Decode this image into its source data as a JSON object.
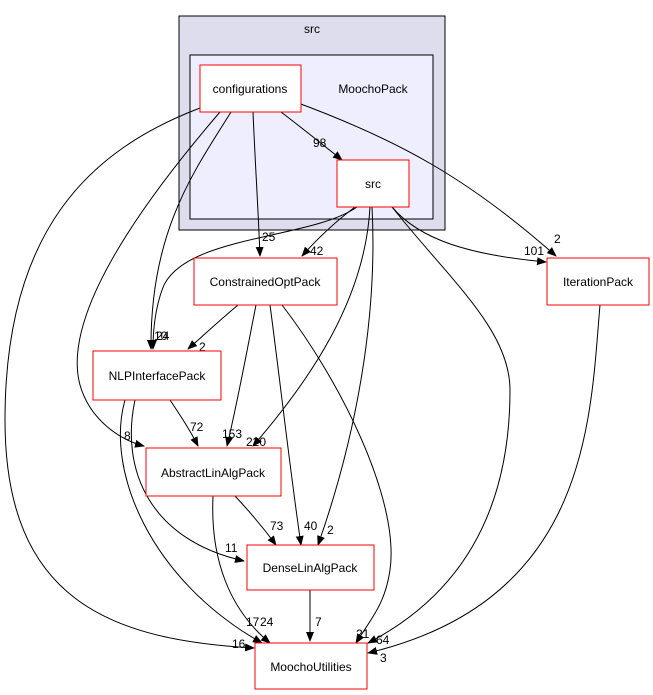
{
  "colors": {
    "outer_cluster_fill": "#dddded",
    "inner_cluster_fill": "#eeeefe",
    "cluster_stroke": "#000000",
    "node_stroke": "#ff0000",
    "node_fill": "#ffffff",
    "edge": "#000000"
  },
  "clusters": {
    "outer": {
      "label": "src"
    },
    "inner": {
      "label": "MoochoPack"
    }
  },
  "nodes": {
    "configurations": "configurations",
    "src": "src",
    "constrained": "ConstrainedOptPack",
    "iteration": "IterationPack",
    "nlp": "NLPInterfacePack",
    "abstract": "AbstractLinAlgPack",
    "dense": "DenseLinAlgPack",
    "moocho": "MoochoUtilities"
  },
  "edges": {
    "configurations_to_src": "98",
    "configurations_to_constrained": "25",
    "configurations_to_iteration": "2",
    "configurations_to_nlp": "10",
    "configurations_to_abstract": "8",
    "configurations_to_moocho": "16",
    "src_to_constrained": "42",
    "src_to_iteration": "101",
    "src_to_nlp": "24",
    "src_to_abstract": "220",
    "src_to_dense": "2",
    "src_to_moocho": "64",
    "constrained_to_nlp": "2",
    "constrained_to_abstract": "153",
    "constrained_to_dense": "40",
    "constrained_to_moocho": "21",
    "nlp_to_abstract": "72",
    "nlp_to_dense": "11",
    "nlp_to_moocho": "17",
    "abstract_to_dense": "73",
    "abstract_to_moocho": "24",
    "dense_to_moocho": "7",
    "iteration_to_moocho": "3"
  }
}
